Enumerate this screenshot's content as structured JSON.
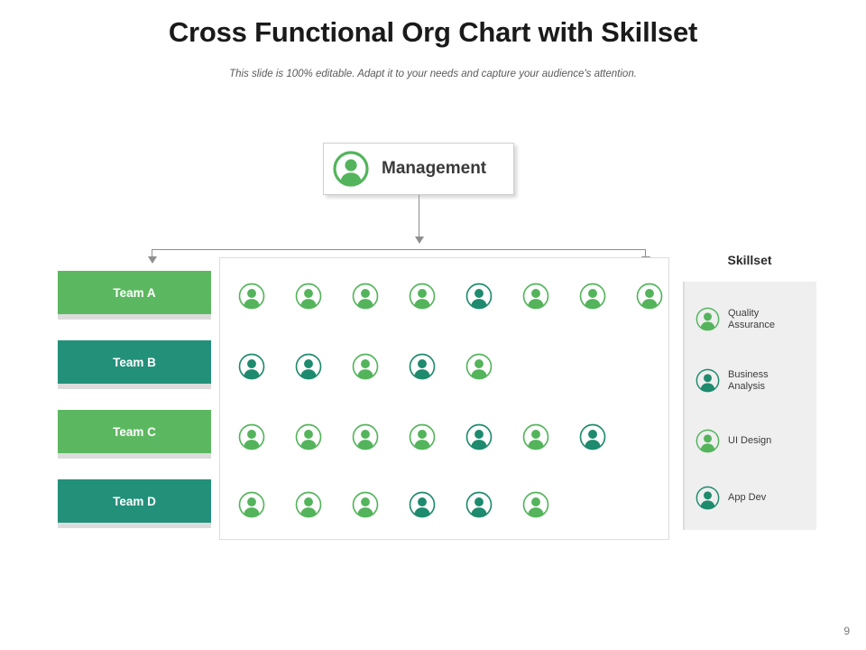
{
  "header": {
    "title": "Cross Functional Org Chart with Skillset",
    "subtitle": "This slide is 100% editable. Adapt it to your needs and capture your audience's attention."
  },
  "colors": {
    "green": "#5cb860",
    "teal": "#23907a",
    "icon_green": "#54b45c",
    "icon_teal": "#1e8a6e",
    "connector": "#8e8e8e",
    "panel_bg": "#efefef",
    "team_base": "#dcdcdc"
  },
  "management": {
    "label": "Management",
    "icon": "person-icon",
    "icon_color": "#54b45c"
  },
  "teams": [
    {
      "label": "Team A",
      "color": "#5cb860"
    },
    {
      "label": "Team B",
      "color": "#23907a"
    },
    {
      "label": "Team C",
      "color": "#5cb860"
    },
    {
      "label": "Team D",
      "color": "#23907a"
    }
  ],
  "grid": {
    "rows": [
      {
        "row": 1,
        "count": 8,
        "icons": [
          "green",
          "green",
          "green",
          "green",
          "teal",
          "green",
          "green",
          "green"
        ]
      },
      {
        "row": 2,
        "count": 5,
        "icons": [
          "teal",
          "teal",
          "green",
          "teal",
          "green"
        ]
      },
      {
        "row": 3,
        "count": 7,
        "icons": [
          "green",
          "green",
          "green",
          "green",
          "teal",
          "green",
          "teal"
        ]
      },
      {
        "row": 4,
        "count": 6,
        "icons": [
          "green",
          "green",
          "green",
          "teal",
          "teal",
          "green"
        ]
      }
    ]
  },
  "skillset": {
    "title": "Skillset",
    "items": [
      {
        "label": "Quality Assurance",
        "color": "green"
      },
      {
        "label": "Business Analysis",
        "color": "teal"
      },
      {
        "label": "UI Design",
        "color": "green"
      },
      {
        "label": "App Dev",
        "color": "teal"
      }
    ]
  },
  "footer": {
    "page_number": "9"
  }
}
